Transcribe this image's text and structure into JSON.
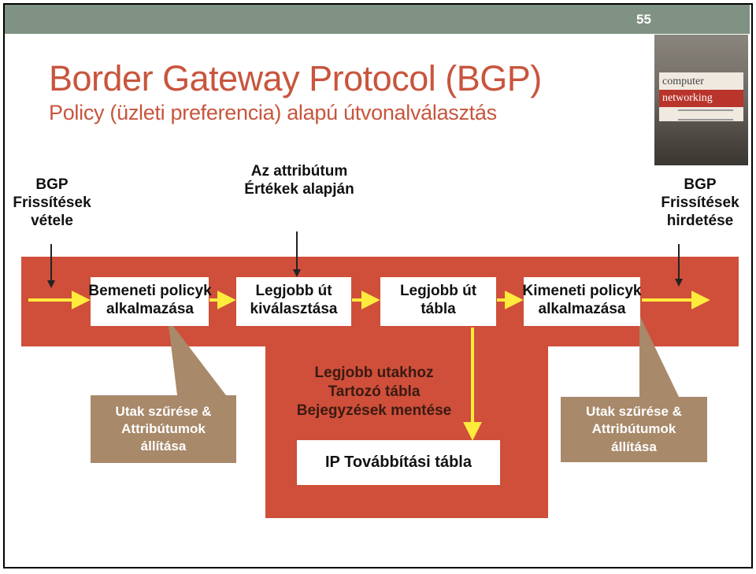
{
  "slide": {
    "page_number": "55",
    "title": "Border Gateway Protocol (BGP)",
    "subtitle": "Policy (üzleti preferencia) alapú útvonalválasztás"
  },
  "book": {
    "title_line1": "computer",
    "title_line2": "networking"
  },
  "inputs": {
    "left": [
      "BGP",
      "Frissítések",
      "vétele"
    ],
    "middle": [
      "Az attribútum",
      "Értékek alapján"
    ],
    "right": [
      "BGP",
      "Frissítések",
      "hirdetése"
    ]
  },
  "steps": [
    [
      "Bemeneti policyk",
      "alkalmazása"
    ],
    [
      "Legjobb út",
      "kiválasztása"
    ],
    [
      "Legjobb út",
      "tábla"
    ],
    [
      "Kimeneti policyk",
      "alkalmazása"
    ]
  ],
  "store_text": [
    "Legjobb utakhoz",
    "Tartozó tábla",
    "Bejegyzések mentése"
  ],
  "forwarding_table": "IP Továbbítási tábla",
  "filter_notes": {
    "left": [
      "Utak szűrése &",
      "Attribútumok",
      "állítása"
    ],
    "right": [
      "Utak szűrése &",
      "Attribútumok",
      "állítása"
    ]
  },
  "colors": {
    "accent_red": "#cf4f3a",
    "arrow_yellow": "#ffeb3b",
    "note_brown": "#a8896a",
    "title_red": "#c8553d"
  }
}
